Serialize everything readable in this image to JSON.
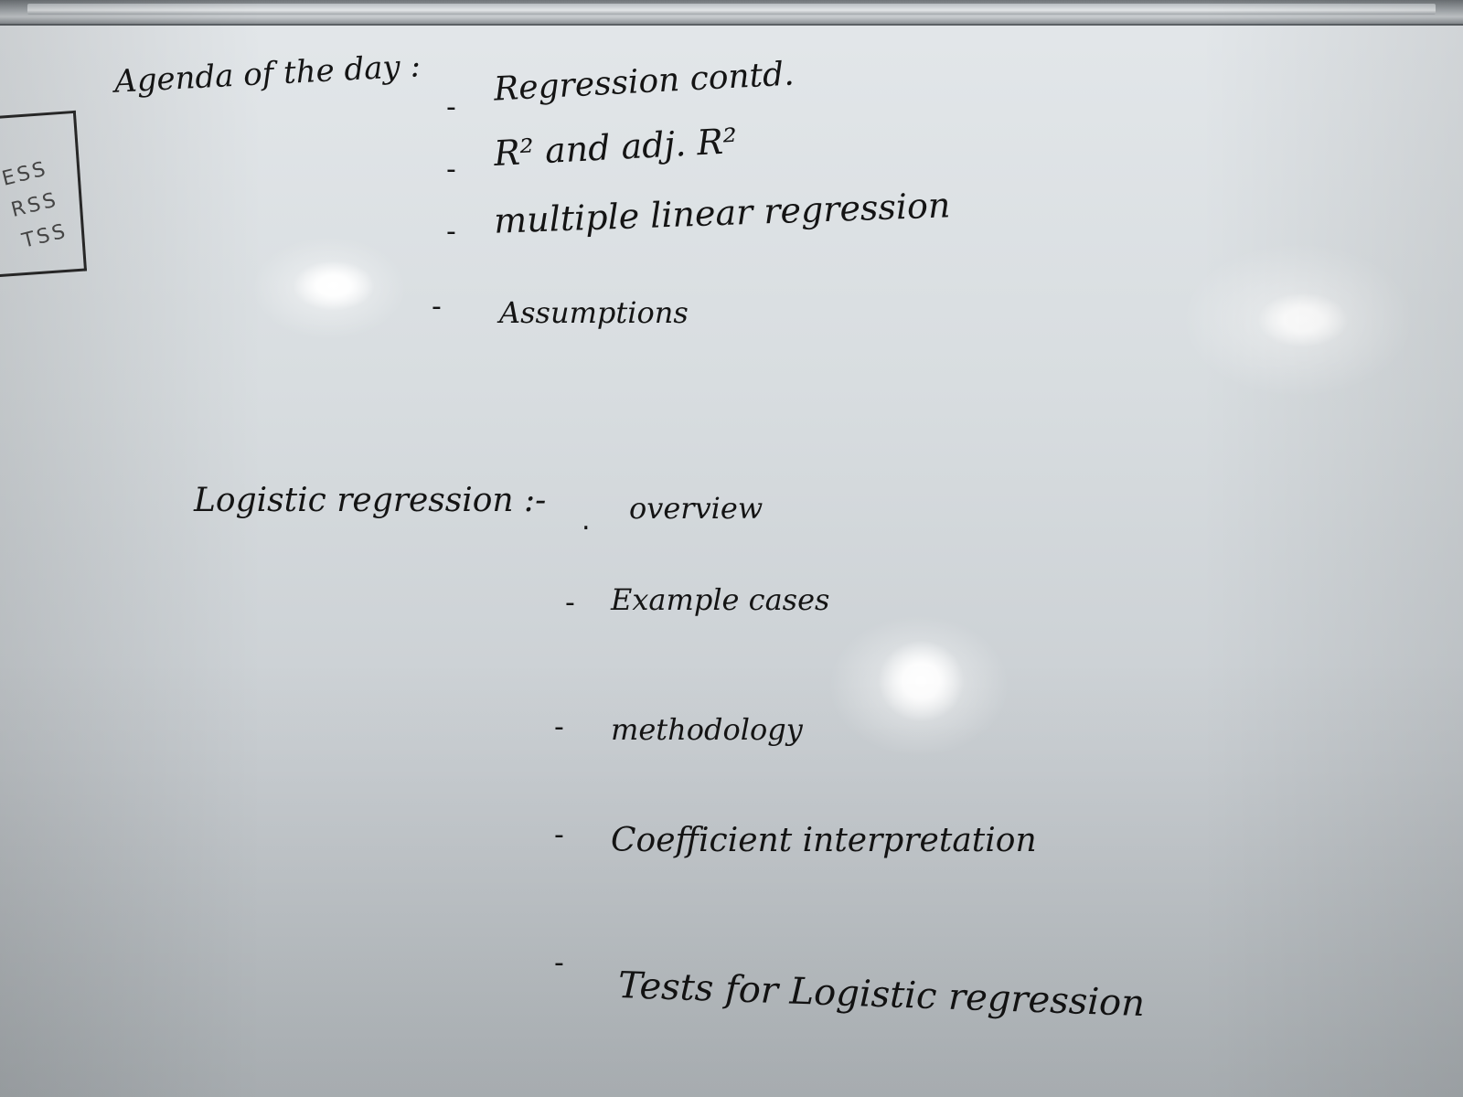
{
  "board": {
    "heading": "Agenda of the day :",
    "side_box": [
      "ESS",
      "RSS",
      "TSS"
    ],
    "agenda_items": [
      "Regression contd.",
      "R² and adj. R²",
      "multiple linear regression",
      "Assumptions"
    ],
    "logistic_heading": "Logistic regression :-",
    "logistic_items": [
      "overview",
      "Example cases",
      "methodology",
      "Coefficient interpretation",
      "Tests for Logistic regression"
    ]
  }
}
